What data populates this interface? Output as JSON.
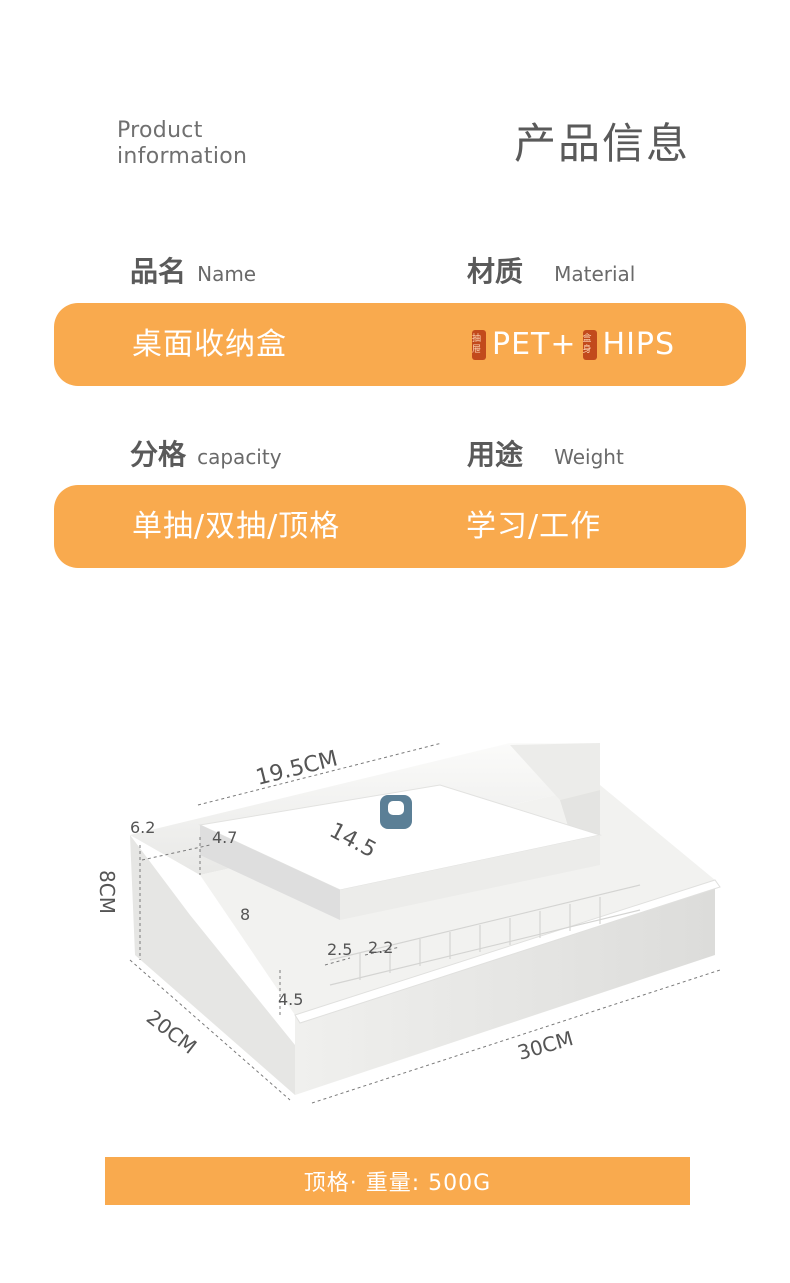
{
  "header": {
    "en_line1": "Product",
    "en_line2": "information",
    "cn_title": "产品信息"
  },
  "rows": [
    {
      "left_label_cn": "品名",
      "left_label_en": "Name",
      "right_label_cn": "材质",
      "right_label_en": "Material",
      "left_value": "桌面收纳盒",
      "right_badge1": "抽屉",
      "right_part1": "PET+",
      "right_badge2": "盒身",
      "right_part2": "HIPS"
    },
    {
      "left_label_cn": "分格",
      "left_label_en": "capacity",
      "right_label_cn": "用途",
      "right_label_en": "Weight",
      "left_value": "单抽/双抽/顶格",
      "right_value": "学习/工作"
    }
  ],
  "dimensions": {
    "width_top": "19.5CM",
    "depth_top": "14.5",
    "height": "8CM",
    "left_small_top": "6.2",
    "left_small_mid": "4.7",
    "inner_height": "8",
    "cell_a": "2.5",
    "cell_b": "2.2",
    "cell_c": "4.5",
    "depth": "20CM",
    "length": "30CM",
    "knob_color": "#5b7f96",
    "body_color": "#f4f4f2"
  },
  "footer": {
    "text": "顶格· 重量: 500G"
  }
}
